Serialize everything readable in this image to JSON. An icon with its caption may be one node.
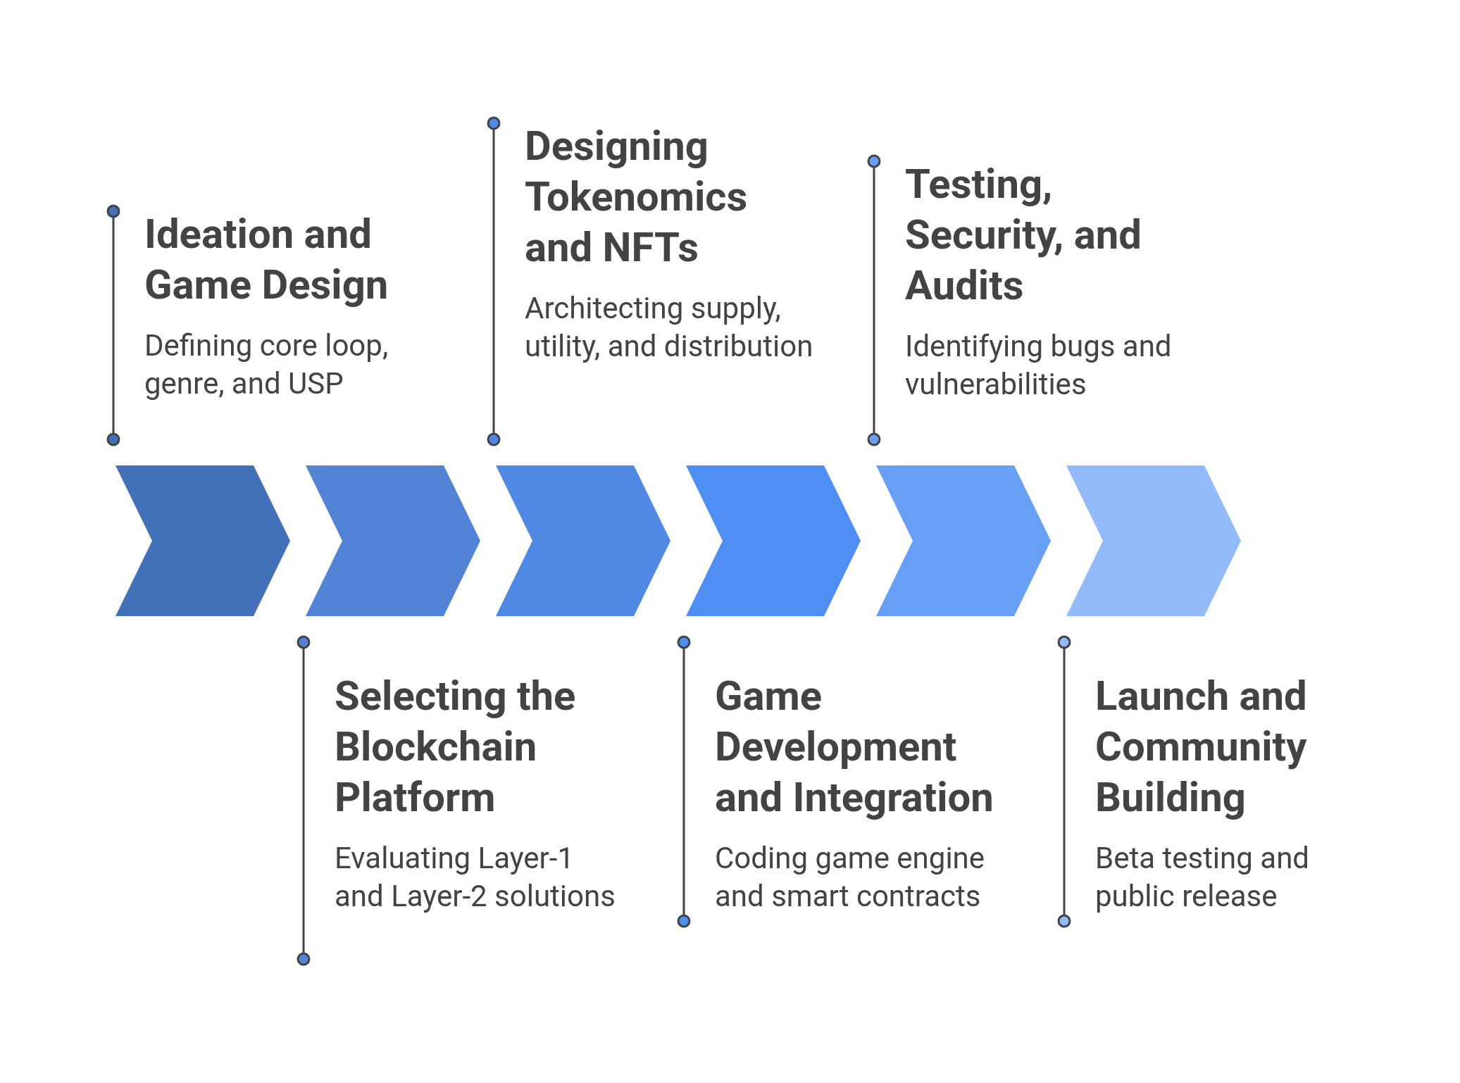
{
  "diagram": {
    "nodes": [
      {
        "text": [],
        "shape": "chevron",
        "beside": [
          "Ideation and Game Design",
          "Defining core loop, genre, and USP"
        ]
      },
      {
        "text": [],
        "shape": "chevron",
        "beside": [
          "Selecting the Blockchain Platform",
          "Evaluating Layer-1 and Layer-2 solutions"
        ]
      },
      {
        "text": [],
        "shape": "chevron",
        "beside": [
          "Designing Tokenomics and NFTs",
          "Architecting supply, utility, and distribution"
        ]
      },
      {
        "text": [],
        "shape": "chevron",
        "beside": [
          "Game Development and Integration",
          "Coding game engine and smart contracts"
        ]
      },
      {
        "text": [],
        "shape": "chevron",
        "beside": [
          "Testing, Security, and Audits",
          "Identifying bugs and vulnerabilities"
        ]
      },
      {
        "text": [],
        "shape": "chevron",
        "beside": [
          "Launch and Community Building",
          "Beta testing and public release"
        ]
      }
    ]
  }
}
